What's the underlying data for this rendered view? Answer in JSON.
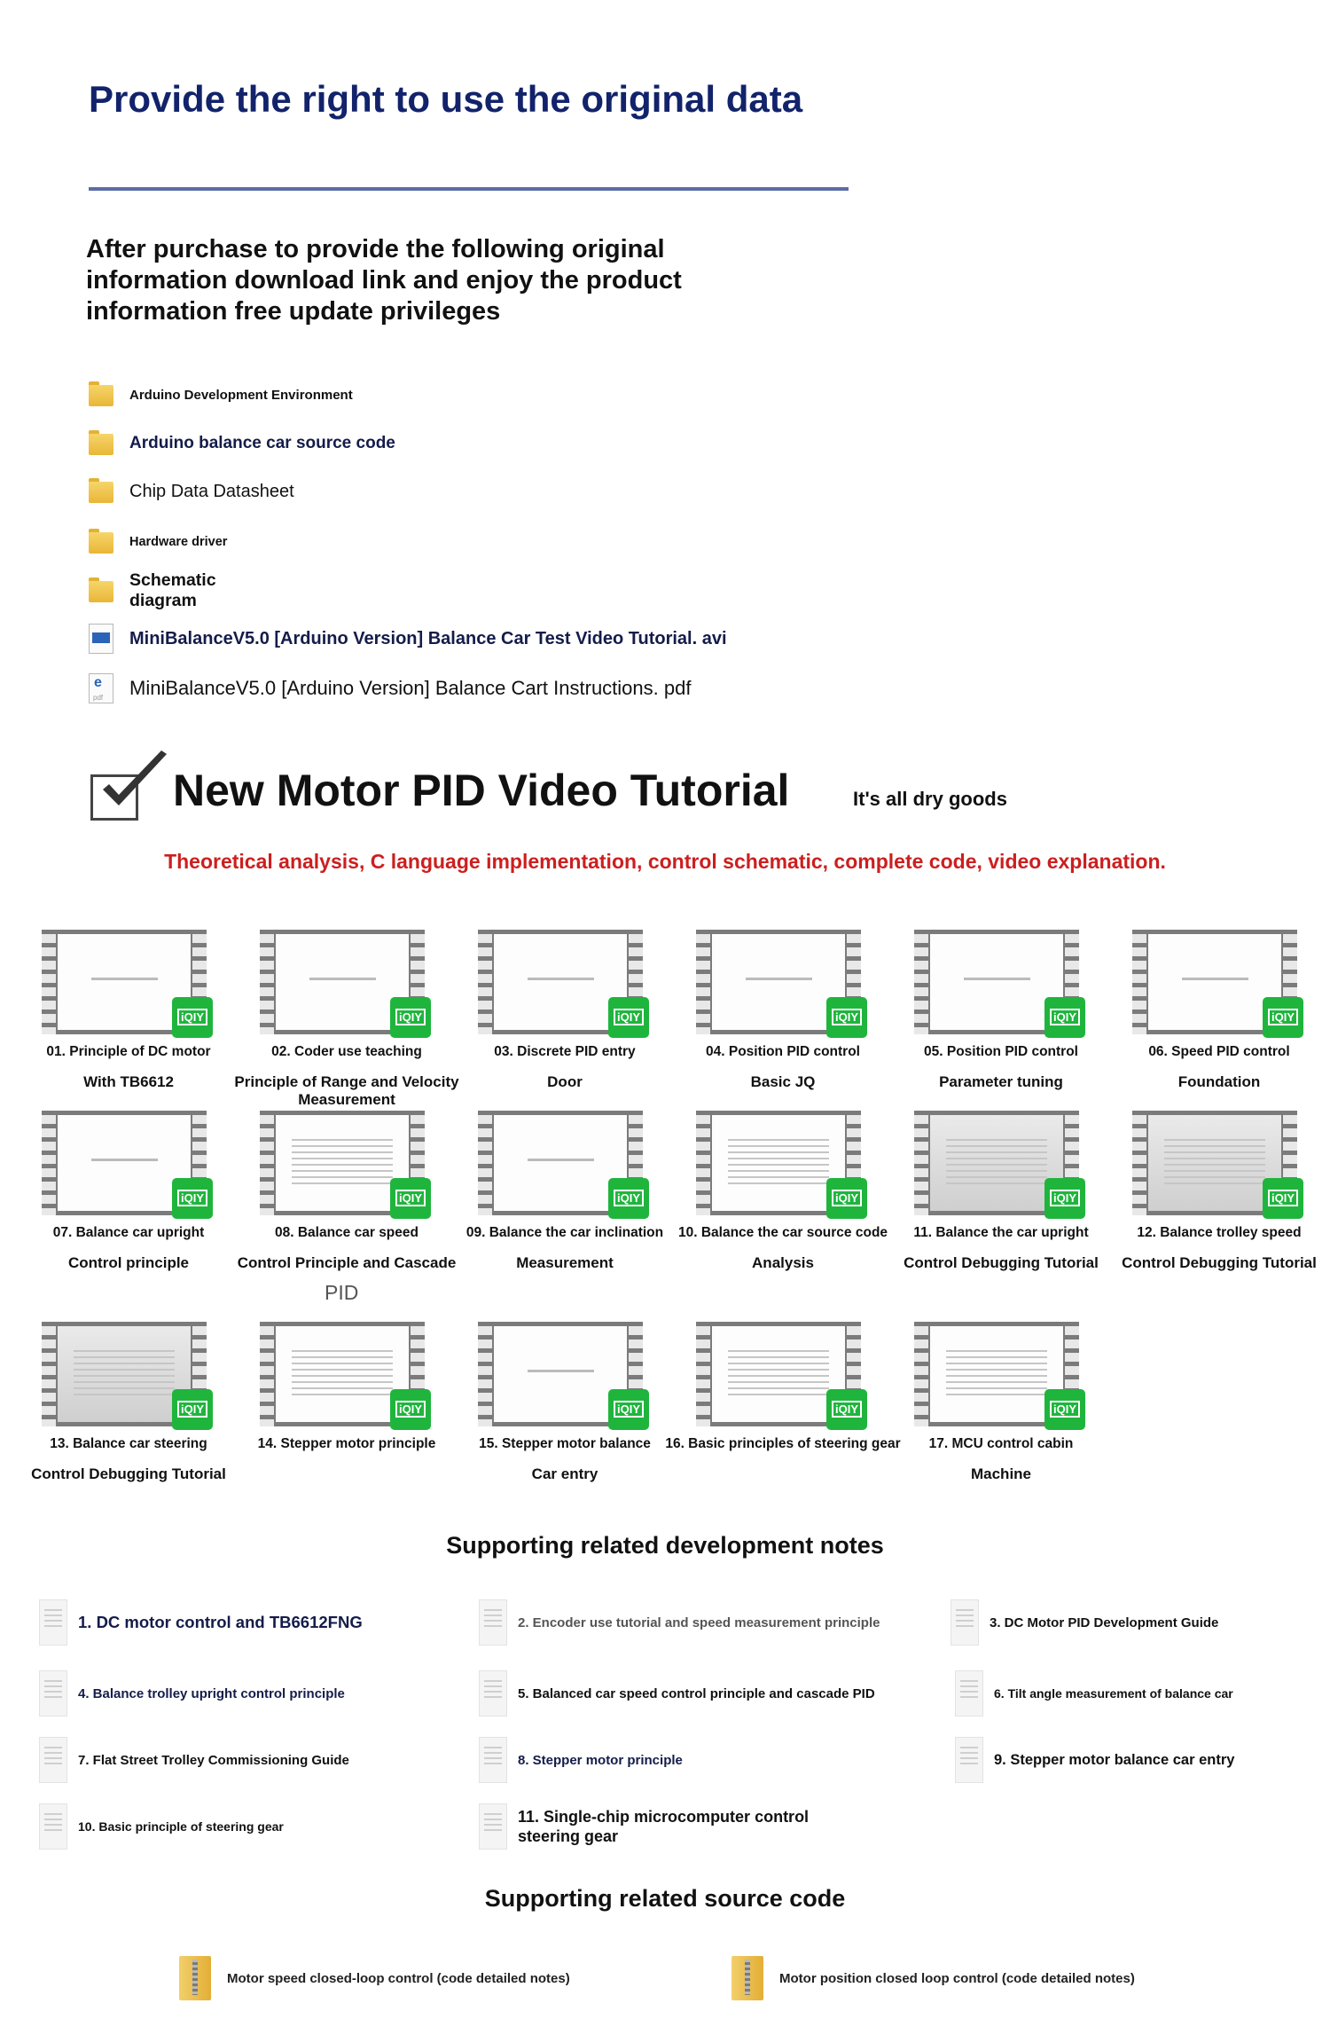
{
  "header": {
    "title": "Provide the right to use the original data",
    "intro": "After purchase to provide the following original information download link and enjoy the product information free update privileges"
  },
  "files": [
    {
      "icon": "folder-icon",
      "label": "Arduino Development Environment"
    },
    {
      "icon": "folder-icon",
      "label": "Arduino balance car source code"
    },
    {
      "icon": "folder-icon",
      "label": "Chip Data Datasheet"
    },
    {
      "icon": "folder-icon",
      "label": "Hardware driver"
    },
    {
      "icon": "folder-icon",
      "label": "Schematic diagram"
    },
    {
      "icon": "video-file-icon",
      "label": "MiniBalanceV5.0 [Arduino Version] Balance Car Test Video Tutorial. avi"
    },
    {
      "icon": "pdf-file-icon",
      "label": "MiniBalanceV5.0 [Arduino Version] Balance Cart Instructions. pdf"
    }
  ],
  "pid_section": {
    "title": "New Motor PID Video Tutorial",
    "subtitle": "It's all dry goods",
    "tagline": "Theoretical analysis, C language implementation, control schematic, complete code, video explanation.",
    "accent_color": "#cc1f1f",
    "badge_text": "iQIY"
  },
  "videos": [
    {
      "line1": "01. Principle of DC motor",
      "line2": "With TB6612"
    },
    {
      "line1": "02. Coder use teaching",
      "line2": "Principle of Range and Velocity Measurement"
    },
    {
      "line1": "03. Discrete PID entry",
      "line2": "Door"
    },
    {
      "line1": "04. Position PID control",
      "line2": "Basic JQ"
    },
    {
      "line1": "05. Position PID control",
      "line2": "Parameter tuning"
    },
    {
      "line1": "06. Speed PID control",
      "line2": "Foundation"
    },
    {
      "line1": "07. Balance car upright",
      "line2": "Control principle"
    },
    {
      "line1": "08. Balance car speed",
      "line2": "Control Principle and Cascade"
    },
    {
      "line1": "09. Balance the car inclination",
      "line2": "Measurement"
    },
    {
      "line1": "10. Balance the car source code",
      "line2": "Analysis"
    },
    {
      "line1": "11. Balance the car upright",
      "line2": "Control Debugging Tutorial"
    },
    {
      "line1": "12. Balance trolley speed",
      "line2": "Control Debugging Tutorial"
    },
    {
      "line1": "13. Balance car steering",
      "line2": "Control Debugging Tutorial"
    },
    {
      "line1": "14. Stepper motor principle",
      "line2": ""
    },
    {
      "line1": "15. Stepper motor balance",
      "line2": "Car entry"
    },
    {
      "line1": "16. Basic principles of steering gear",
      "line2": ""
    },
    {
      "line1": "17. MCU control cabin",
      "line2": "Machine"
    }
  ],
  "video_extra": "PID",
  "notes": {
    "title": "Supporting related development notes",
    "items": [
      "1. DC motor control and TB6612FNG",
      "2. Encoder use tutorial and speed measurement principle",
      "3. DC Motor PID Development Guide",
      "4. Balance trolley upright control principle",
      "5. Balanced car speed control principle and cascade PID",
      "6. Tilt angle measurement of balance car",
      "7. Flat Street Trolley Commissioning Guide",
      "8. Stepper motor principle",
      "9. Stepper motor balance car entry",
      "10. Basic principle of steering gear",
      "11. Single-chip microcomputer control steering gear"
    ]
  },
  "source": {
    "title": "Supporting related source code",
    "items": [
      "Motor speed closed-loop control (code detailed notes)",
      "Motor position closed loop control (code detailed notes)"
    ]
  }
}
